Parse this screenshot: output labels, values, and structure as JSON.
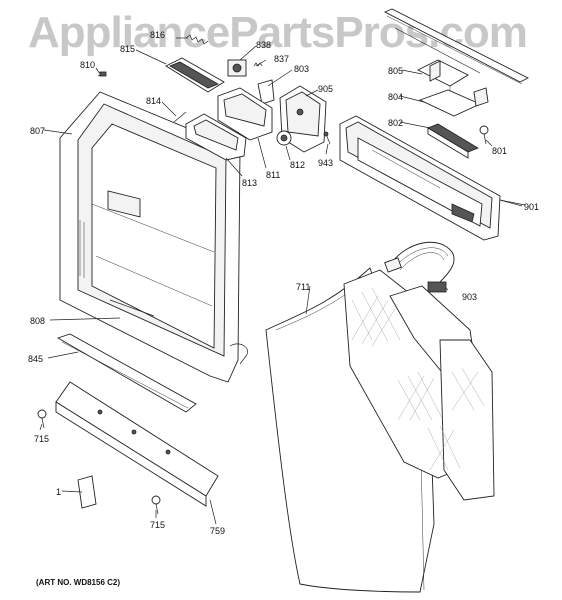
{
  "watermark": "AppliancePartsPros.com",
  "art_number": "(ART NO. WD8156 C2)",
  "callouts": {
    "p810": "810",
    "p815": "815",
    "p816": "816",
    "p838": "838",
    "p837": "837",
    "p803": "803",
    "p905": "905",
    "p814": "814",
    "p807": "807",
    "p813": "813",
    "p811": "811",
    "p812": "812",
    "p943": "943",
    "p805": "805",
    "p804": "804",
    "p802": "802",
    "p801": "801",
    "p901": "901",
    "p711": "711",
    "p903": "903",
    "p808": "808",
    "p845": "845",
    "p715a": "715",
    "p1": "1",
    "p715b": "715",
    "p759": "759"
  }
}
